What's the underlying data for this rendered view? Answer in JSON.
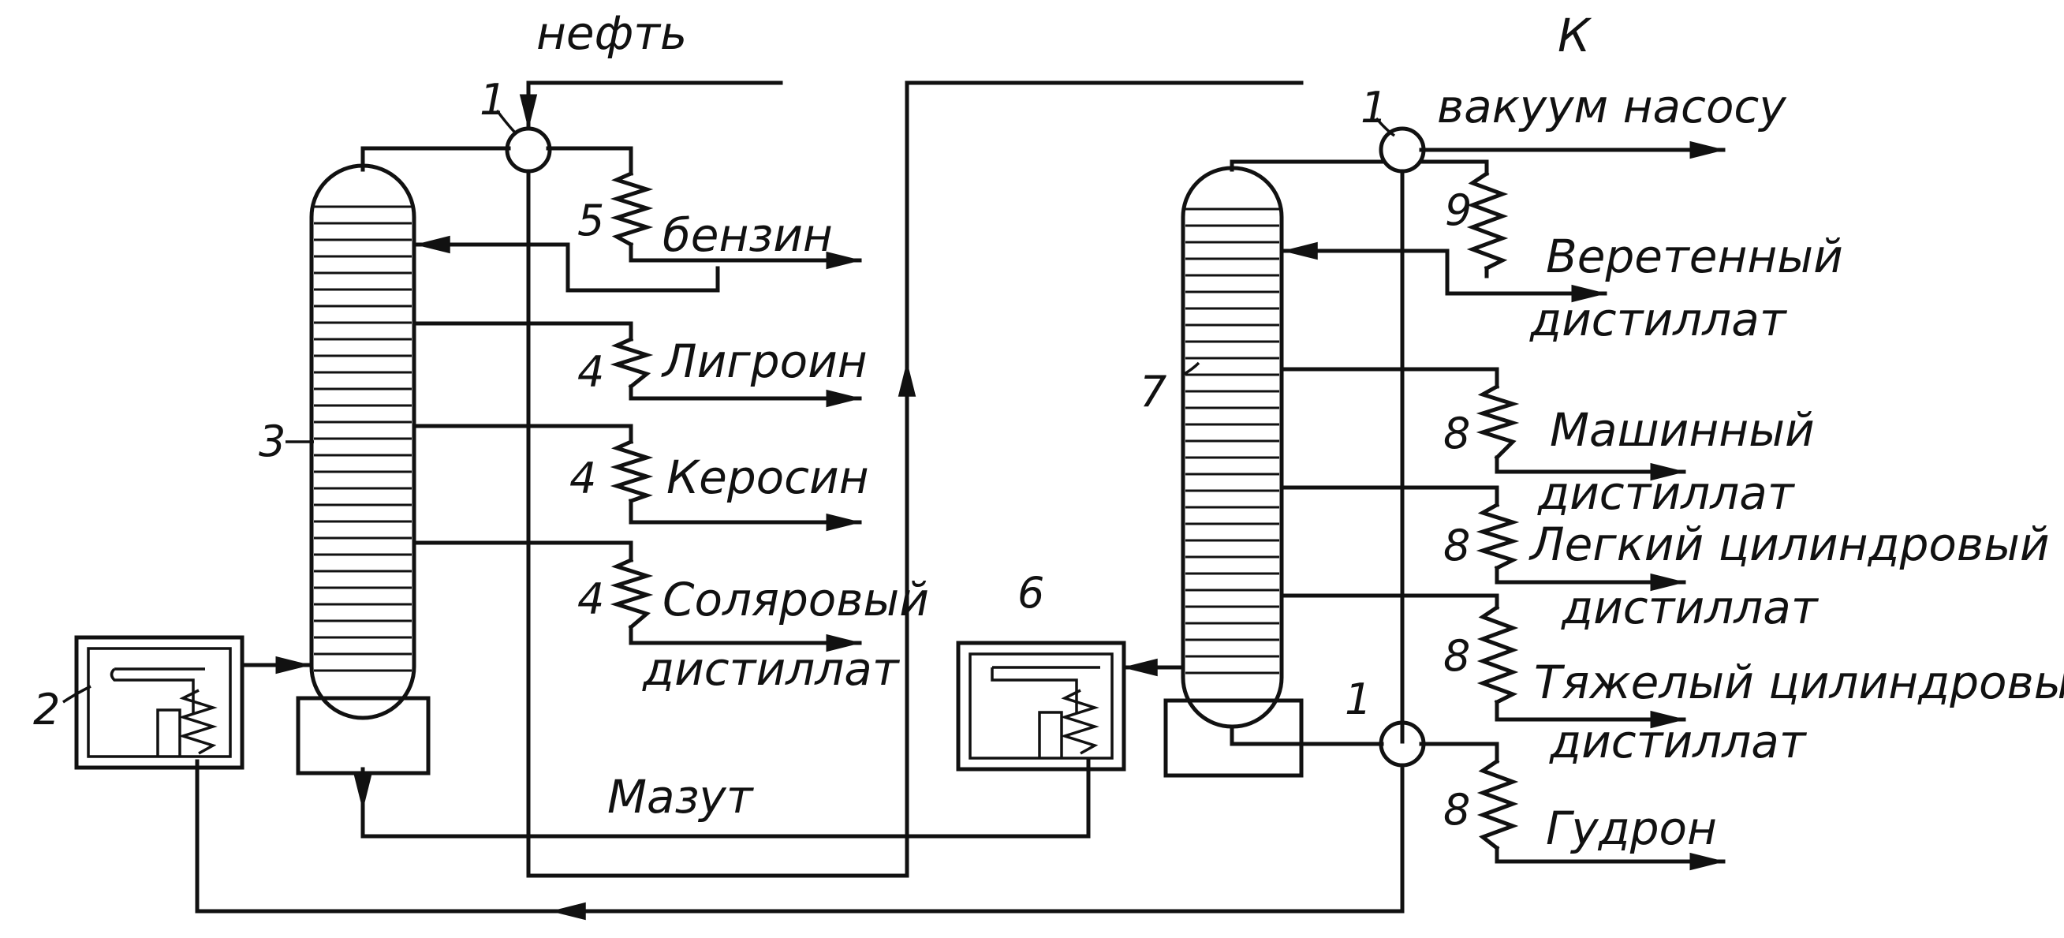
{
  "labels": {
    "neft": "нефть",
    "k": "К",
    "vacuum": "вакуум насосу",
    "benzin": "бензин",
    "ligroin": "Лигроин",
    "kerosin": "Керосин",
    "solar_1": "Соляровый",
    "solar_2": "дистиллат",
    "mazut": "Мазут",
    "spindle_1": "Веретенный",
    "spindle_2": "дистиллат",
    "machine_1": "Машинный",
    "machine_2": "дистиллат",
    "light_cyl_1": "Легкий цилиндровый",
    "light_cyl_2": "дистиллат",
    "heavy_cyl_1": "Тяжелый цилиндровый",
    "heavy_cyl_2": "дистиллат",
    "gudron": "Гудрон"
  },
  "numbers": {
    "pump_top_left": "1",
    "pump_top_right": "1",
    "pump_bottom_right": "1",
    "furnace_left": "2",
    "column_left": "3",
    "cooler_ligroin": "4",
    "cooler_kerosin": "4",
    "cooler_solar": "4",
    "cooler_benzin": "5",
    "furnace_right": "6",
    "column_right": "7",
    "cooler_machine": "8",
    "cooler_light_cyl": "8",
    "cooler_heavy_cyl": "8",
    "cooler_gudron": "8",
    "cooler_spindle": "9"
  },
  "colors": {
    "ink": "#111111",
    "background": "#ffffff"
  }
}
